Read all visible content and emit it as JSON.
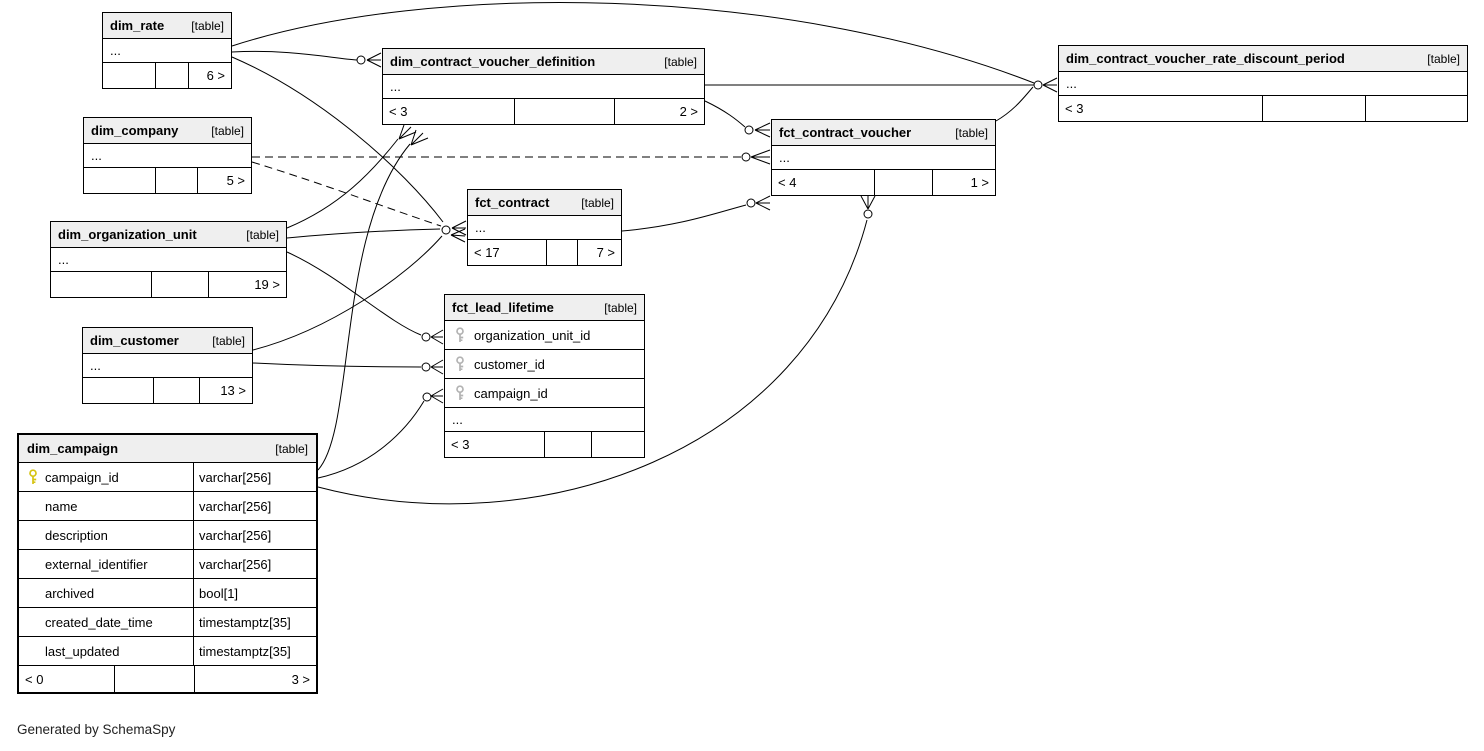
{
  "diagram": {
    "generator_note": "Generated by SchemaSpy",
    "colors": {
      "header_bg": "#efefef",
      "primary_key_icon": "#d6c414",
      "foreign_key_icon": "#b3b3b3",
      "line": "#000000"
    },
    "tables": {
      "dim_rate": {
        "name": "dim_rate",
        "tag": "[table]",
        "ellipsis": "...",
        "footer": {
          "left": "",
          "mid": "",
          "right": "6 >"
        }
      },
      "dim_company": {
        "name": "dim_company",
        "tag": "[table]",
        "ellipsis": "...",
        "footer": {
          "left": "",
          "mid": "",
          "right": "5 >"
        }
      },
      "dim_organization_unit": {
        "name": "dim_organization_unit",
        "tag": "[table]",
        "ellipsis": "...",
        "footer": {
          "left": "",
          "mid": "",
          "right": "19 >"
        }
      },
      "dim_customer": {
        "name": "dim_customer",
        "tag": "[table]",
        "ellipsis": "...",
        "footer": {
          "left": "",
          "mid": "",
          "right": "13 >"
        }
      },
      "dim_contract_voucher_definition": {
        "name": "dim_contract_voucher_definition",
        "tag": "[table]",
        "ellipsis": "...",
        "footer": {
          "left": "< 3",
          "mid": "",
          "right": "2 >"
        }
      },
      "dim_contract_voucher_rate_discount_period": {
        "name": "dim_contract_voucher_rate_discount_period",
        "tag": "[table]",
        "ellipsis": "...",
        "footer": {
          "left": "< 3",
          "mid": "",
          "right": ""
        }
      },
      "fct_contract": {
        "name": "fct_contract",
        "tag": "[table]",
        "ellipsis": "...",
        "footer": {
          "left": "< 17",
          "mid": "",
          "right": "7 >"
        }
      },
      "fct_contract_voucher": {
        "name": "fct_contract_voucher",
        "tag": "[table]",
        "ellipsis": "...",
        "footer": {
          "left": "< 4",
          "mid": "",
          "right": "1 >"
        }
      },
      "fct_lead_lifetime": {
        "name": "fct_lead_lifetime",
        "tag": "[table]",
        "ellipsis": "...",
        "columns": [
          {
            "name": "organization_unit_id",
            "key": "fk"
          },
          {
            "name": "customer_id",
            "key": "fk"
          },
          {
            "name": "campaign_id",
            "key": "fk"
          }
        ],
        "footer": {
          "left": "< 3",
          "mid": "",
          "right": ""
        }
      },
      "dim_campaign": {
        "name": "dim_campaign",
        "tag": "[table]",
        "columns": [
          {
            "name": "campaign_id",
            "type": "varchar[256]",
            "key": "pk"
          },
          {
            "name": "name",
            "type": "varchar[256]",
            "key": ""
          },
          {
            "name": "description",
            "type": "varchar[256]",
            "key": ""
          },
          {
            "name": "external_identifier",
            "type": "varchar[256]",
            "key": ""
          },
          {
            "name": "archived",
            "type": "bool[1]",
            "key": ""
          },
          {
            "name": "created_date_time",
            "type": "timestamptz[35]",
            "key": ""
          },
          {
            "name": "last_updated",
            "type": "timestamptz[35]",
            "key": ""
          }
        ],
        "footer": {
          "left": "< 0",
          "mid": "",
          "right": "3 >"
        }
      }
    }
  }
}
